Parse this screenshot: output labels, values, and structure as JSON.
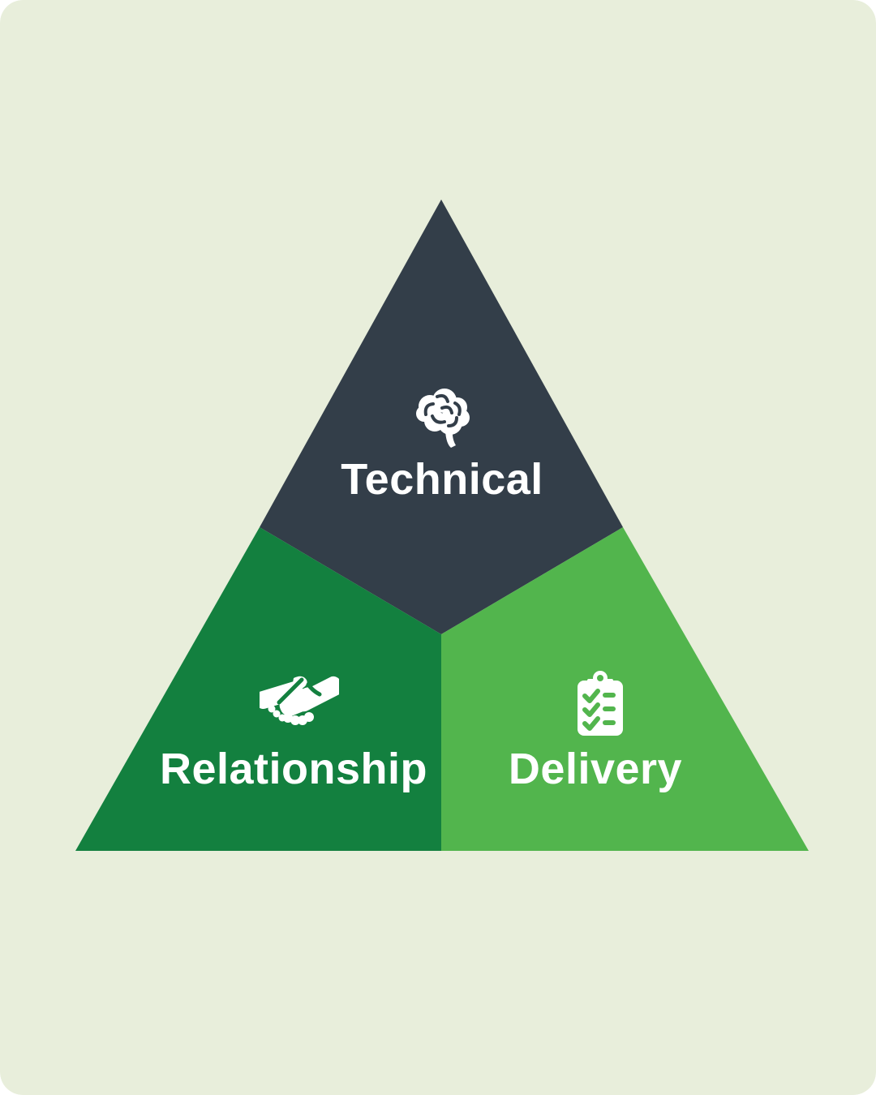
{
  "canvas": {
    "page_background": "#FFFFFF",
    "card_background": "#E8EEDB",
    "icon_color": "#FFFFFF",
    "label_color": "#FFFFFF"
  },
  "diagram": {
    "type": "triangle-infographic",
    "sections": [
      {
        "id": "technical",
        "label": "Technical",
        "color": "#333E49",
        "icon": "brain-icon",
        "position": "top"
      },
      {
        "id": "relationship",
        "label": "Relationship",
        "color": "#13803F",
        "icon": "handshake-icon",
        "position": "bottom-left"
      },
      {
        "id": "delivery",
        "label": "Delivery",
        "color": "#52B54D",
        "icon": "clipboard-checklist-icon",
        "position": "bottom-right"
      }
    ]
  }
}
